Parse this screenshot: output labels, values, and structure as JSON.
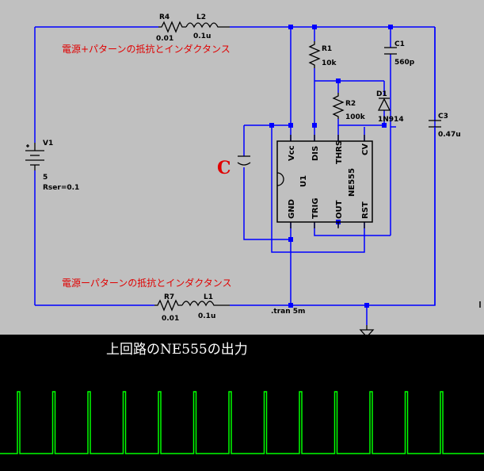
{
  "components": {
    "r4": {
      "name": "R4",
      "value": "0.01"
    },
    "l2": {
      "name": "L2",
      "value": "0.1u"
    },
    "r1": {
      "name": "R1",
      "value": "10k"
    },
    "c1": {
      "name": "C1",
      "value": "560p"
    },
    "r2": {
      "name": "R2",
      "value": "100k"
    },
    "d1": {
      "name": "D1",
      "value": "1N914"
    },
    "c3": {
      "name": "C3",
      "value": "0.47u"
    },
    "v1": {
      "name": "V1",
      "value": "5",
      "rser": "Rser=0.1"
    },
    "r7": {
      "name": "R7",
      "value": "0.01"
    },
    "l1": {
      "name": "L1",
      "value": "0.1u"
    },
    "u1": {
      "name": "U1",
      "part": "NE555",
      "pins": {
        "vcc": "Vcc",
        "dis": "DIS",
        "thrs": "THRS",
        "cv": "CV",
        "gnd": "GND",
        "trig": "TRIG",
        "out": "OUT",
        "rst": "RST"
      }
    }
  },
  "annotations": {
    "top_note": "電源+パターンの抵抗とインダクタンス",
    "bottom_note": "電源ーパターンの抵抗とインダクタンス",
    "c_label": "C",
    "directive": ".tran 5m"
  },
  "waveform": {
    "title": "上回路のNE555の出力",
    "trace_color": "#00ff00",
    "pulse_count": 13
  }
}
